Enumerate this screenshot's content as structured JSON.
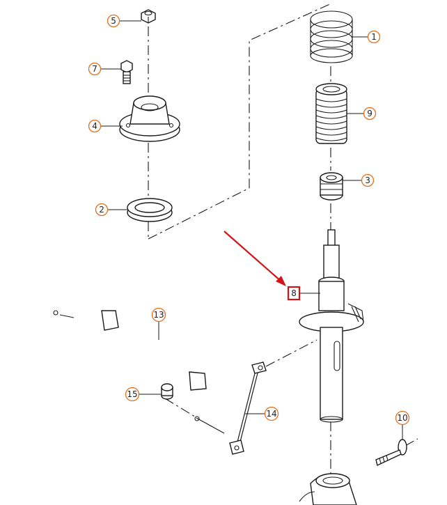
{
  "diagram": {
    "callouts": [
      {
        "id": "1",
        "label": "1"
      },
      {
        "id": "2",
        "label": "2"
      },
      {
        "id": "3",
        "label": "3"
      },
      {
        "id": "4",
        "label": "4"
      },
      {
        "id": "5",
        "label": "5"
      },
      {
        "id": "7",
        "label": "7"
      },
      {
        "id": "8",
        "label": "8"
      },
      {
        "id": "9",
        "label": "9"
      },
      {
        "id": "10",
        "label": "10"
      },
      {
        "id": "13",
        "label": "13"
      },
      {
        "id": "14",
        "label": "14"
      },
      {
        "id": "15",
        "label": "15"
      }
    ],
    "highlighted_callout": "8",
    "colors": {
      "callout_ring": "#e0701d",
      "highlight": "#d21414",
      "line": "#1a1a1a"
    }
  }
}
